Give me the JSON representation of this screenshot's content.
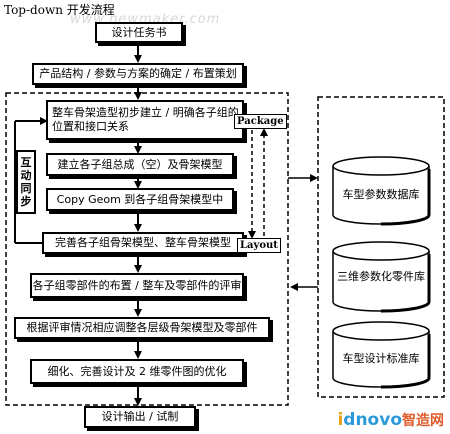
{
  "title": "Top-down 开发流程",
  "watermark": "www.newmaker.com",
  "steps": [
    "设计任务书",
    "产品结构 / 参数与方案的确定 / 布置策划",
    "整车骨架造型初步建立 / 明确各子组的位置和接口关系",
    "建立各子组总成（空）及骨架模型",
    "Copy Geom 到各子组骨架模型中",
    "完善各子组骨架模型、整车骨架模型",
    "各子组零部件的布置 / 整车及零部件的评审",
    "根据评审情况相应调整各层级骨架模型及零部件",
    "细化、完善设计及 2 维零件图的优化",
    "设计输出 / 试制"
  ],
  "side_labels": {
    "package": "Package",
    "layout": "Layout",
    "sync": [
      "互",
      "动",
      "同",
      "步"
    ]
  },
  "databases": [
    "车型参数数据库",
    "三维参数化零件库",
    "车型设计标准库"
  ],
  "logo": {
    "i": "i",
    "dnovo": "dnovo",
    "cn": "智造网"
  }
}
